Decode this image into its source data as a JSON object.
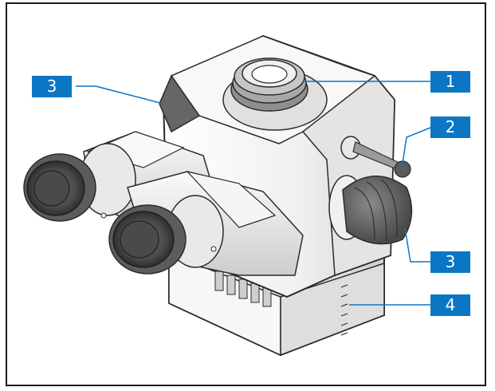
{
  "colors": {
    "callout_fill": "#0a76c4",
    "callout_text": "#ffffff",
    "leader_line": "#0a76c4",
    "outline": "#2b2b2b",
    "body_light": "#f2f2f2",
    "body_mid": "#d9d9d9",
    "body_dark": "#9a9a9a",
    "knob_dark": "#5a5a5a",
    "lens_dark": "#3a3a3a"
  },
  "callouts": [
    {
      "id": "3a",
      "label": "3"
    },
    {
      "id": "1",
      "label": "1"
    },
    {
      "id": "2",
      "label": "2"
    },
    {
      "id": "3b",
      "label": "3"
    },
    {
      "id": "4",
      "label": "4"
    }
  ]
}
